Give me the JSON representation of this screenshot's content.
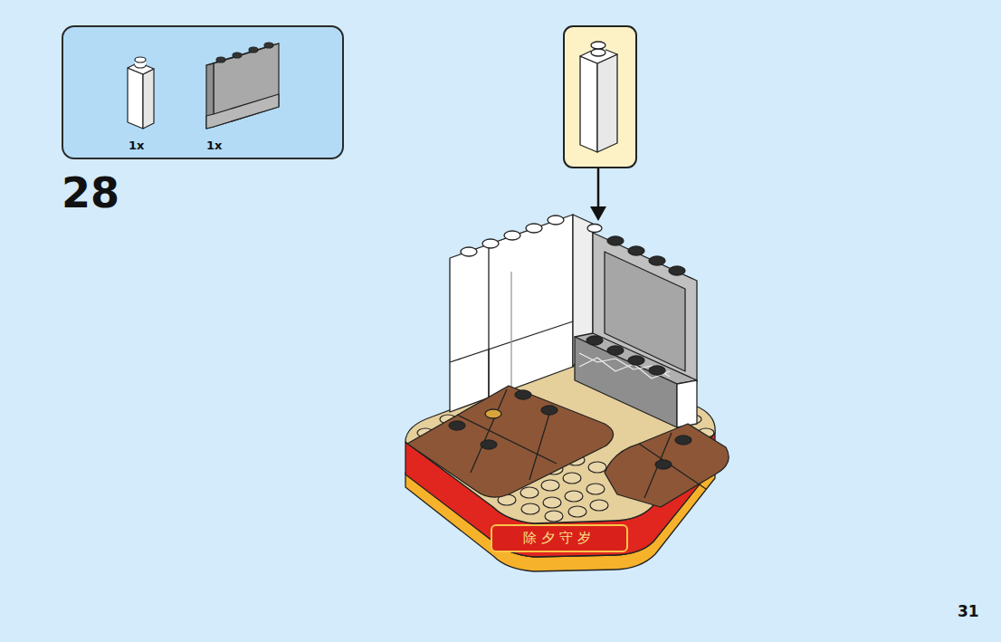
{
  "diagram": {
    "nodes": [
      {
        "text": [
          "1x",
          "1x"
        ]
      },
      {
        "text": [
          "除夕守岁"
        ]
      }
    ],
    "edges": [],
    "labels": [
      "28",
      "31"
    ]
  }
}
